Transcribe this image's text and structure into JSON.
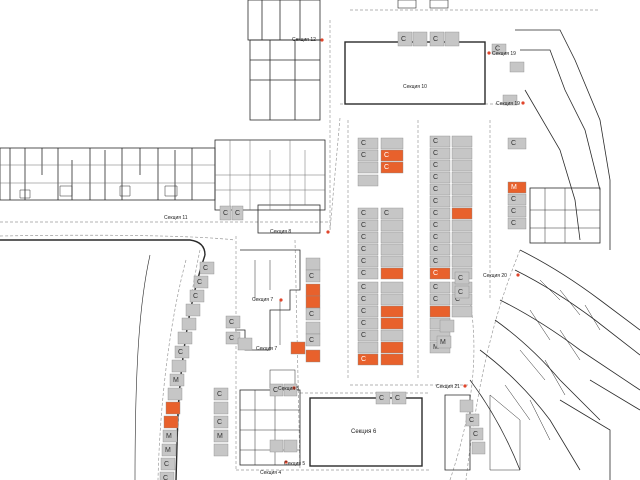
{
  "colors": {
    "wall": "#2a2a2a",
    "thin_wall": "#6b6b6b",
    "slot_gray": "#c6c6c6",
    "slot_orange": "#e8612c",
    "slot_border": "#8a8a8a",
    "road_line": "#9b9b9b",
    "pin": "#e0452b"
  },
  "icons": [
    "storage-unit-gray-icon",
    "storage-unit-orange-icon",
    "section-pin-icon"
  ],
  "sections": {
    "s4": "Секция 4",
    "s5a": "Секция 5",
    "s5b": "Секция 5",
    "s6": "Секция 6",
    "s7a": "Секция 7",
    "s7b": "Секция 7",
    "s10": "Секция 10",
    "s11": "Секция 11",
    "s12": "Секция 12",
    "s19a": "Секция 19",
    "s19b": "Секция 19",
    "s20": "Секция 20",
    "s21": "Секция 21",
    "s8": "Секция 8"
  },
  "unit_marks": {
    "c": "С",
    "m": "М"
  }
}
